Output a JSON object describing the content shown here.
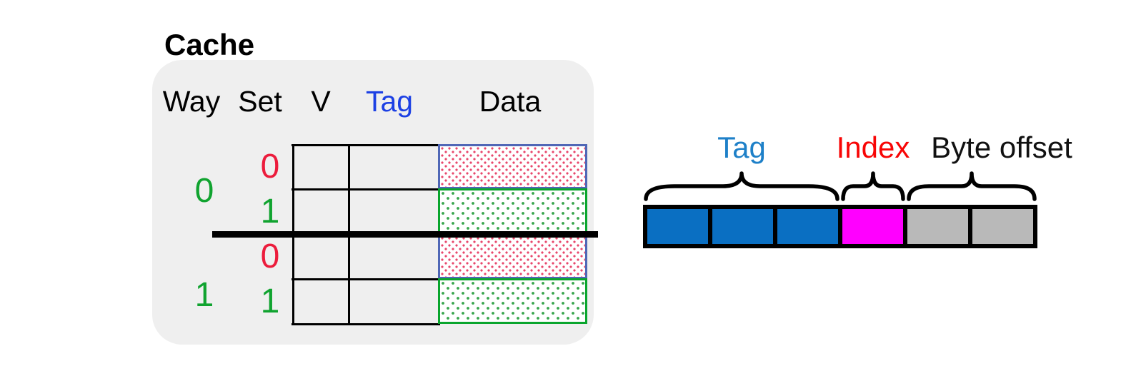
{
  "cache": {
    "title": "Cache",
    "headers": [
      "Way",
      "Set",
      "V",
      "Tag",
      "Data"
    ],
    "way_labels": [
      "0",
      "1"
    ],
    "set_labels": [
      "0",
      "1",
      "0",
      "1"
    ],
    "rows": [
      {
        "way": "0",
        "set": "0",
        "data_fill": "red-dotted",
        "data_border": "blue"
      },
      {
        "way": "0",
        "set": "1",
        "data_fill": "green-dotted",
        "data_border": "green"
      },
      {
        "way": "1",
        "set": "0",
        "data_fill": "red-dotted",
        "data_border": "blue"
      },
      {
        "way": "1",
        "set": "1",
        "data_fill": "green-dotted",
        "data_border": "green"
      }
    ]
  },
  "address": {
    "fields": [
      {
        "label": "Tag",
        "cells": 3,
        "cell_color": "#0A6FC2",
        "label_color": "#1E80C8"
      },
      {
        "label": "Index",
        "cells": 1,
        "cell_color": "#FF00FF",
        "label_color": "#F80505"
      },
      {
        "label": "Byte offset",
        "cells": 2,
        "cell_color": "#B9B9B9",
        "label_color": "#111111"
      }
    ]
  },
  "colors": {
    "panel_bg": "#EFEFEF",
    "header_tag_blue": "#1C40E4",
    "way_set_green": "#10A32F",
    "set_red": "#EC1C3C",
    "data_red_dots": "#E8486C",
    "data_red_border": "#5067B6",
    "data_green_dots": "#3AA64F",
    "data_green_border": "#09A52D",
    "grid_black": "#000000"
  }
}
